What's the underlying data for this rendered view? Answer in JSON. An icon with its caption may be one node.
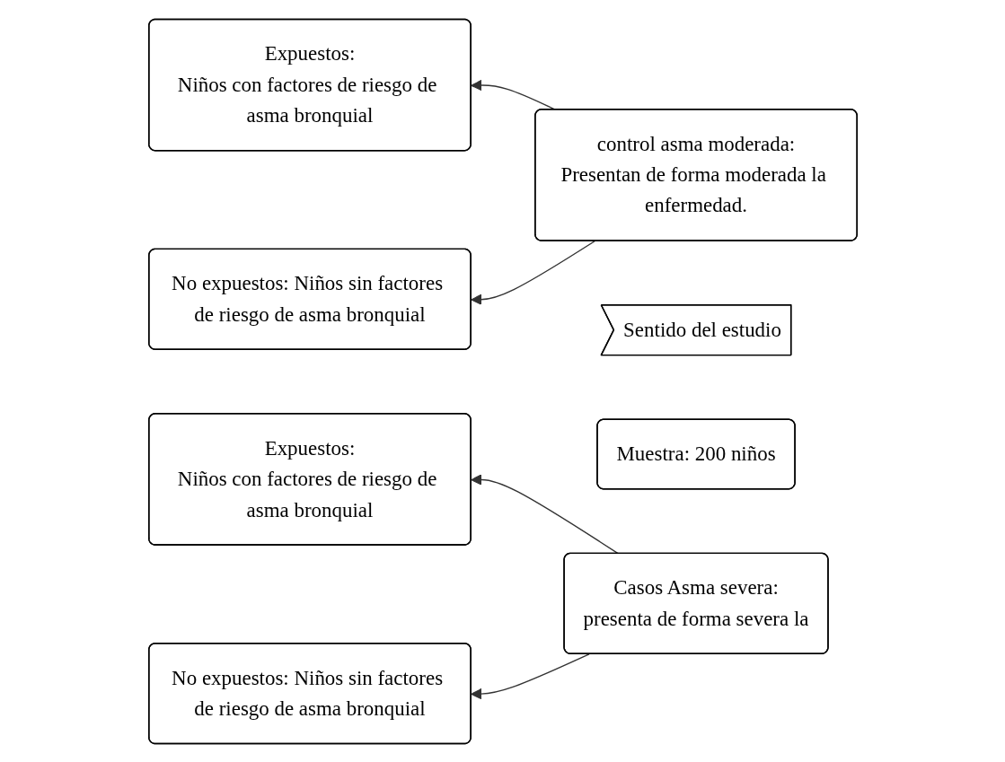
{
  "diagram": {
    "nodes": [
      {
        "text": [
          "Expuestos:",
          "Niños con factores de riesgo de asma bronquial"
        ]
      },
      {
        "text": [
          "control asma moderada:",
          "Presentan de forma moderada la enfermedad."
        ]
      },
      {
        "text": [
          "No expuestos: Niños sin factores de riesgo de asma bronquial"
        ]
      },
      {
        "text": [
          "Sentido del estudio"
        ]
      },
      {
        "text": [
          "Muestra: 200 niños"
        ]
      },
      {
        "text": [
          "Expuestos:",
          "Niños con factores de riesgo de asma bronquial"
        ]
      },
      {
        "text": [
          "Casos Asma severa:",
          "presenta de forma severa la"
        ]
      },
      {
        "text": [
          "No expuestos: Niños sin factores de riesgo de asma bronquial"
        ]
      }
    ],
    "edges": [
      {
        "from": 1,
        "to": 0,
        "arrow": "to"
      },
      {
        "from": 1,
        "to": 2,
        "arrow": "to"
      },
      {
        "from": 6,
        "to": 5,
        "arrow": "to"
      },
      {
        "from": 6,
        "to": 7,
        "arrow": "to"
      }
    ]
  }
}
